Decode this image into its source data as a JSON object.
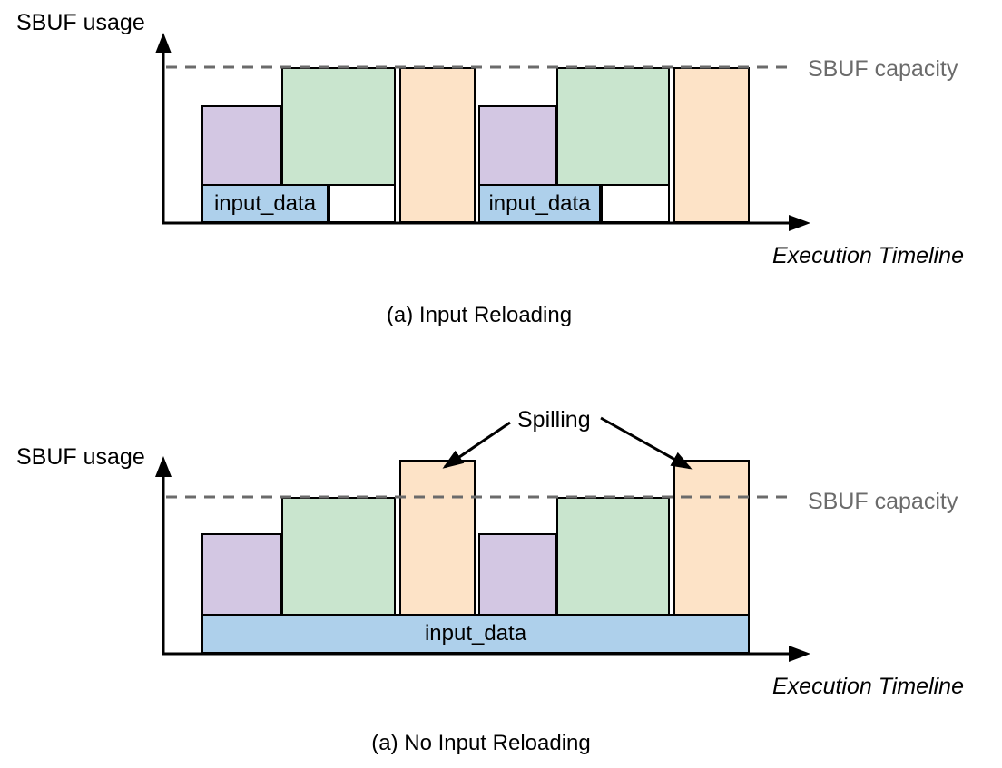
{
  "colors": {
    "purple": "#D3C7E3",
    "green": "#C9E5CE",
    "orange": "#FDE3C7",
    "blue": "#AED0EB",
    "gray": "#6B6B6B",
    "ink": "#000000"
  },
  "charts": [
    {
      "y_axis_label": "SBUF usage",
      "x_axis_label": "Execution Timeline",
      "capacity_label": "SBUF capacity",
      "caption": "(a) Input Reloading",
      "input_labels": [
        "input_data",
        "input_data"
      ],
      "groups": [
        {
          "segments": [
            {
              "color": "blue",
              "label": "input_data"
            },
            {
              "color": "purple"
            },
            {
              "color": "green",
              "at_capacity": true
            },
            {
              "color": "orange",
              "at_capacity": true
            }
          ]
        },
        {
          "segments": [
            {
              "color": "blue",
              "label": "input_data"
            },
            {
              "color": "purple"
            },
            {
              "color": "green",
              "at_capacity": true
            },
            {
              "color": "orange",
              "at_capacity": true
            }
          ]
        }
      ]
    },
    {
      "y_axis_label": "SBUF usage",
      "x_axis_label": "Execution Timeline",
      "capacity_label": "SBUF capacity",
      "caption": "(a) No Input Reloading",
      "spilling_label": "Spilling",
      "input_label": "input_data",
      "groups": [
        {
          "segments": [
            {
              "color": "purple"
            },
            {
              "color": "green",
              "at_capacity": true
            },
            {
              "color": "orange",
              "exceeds_capacity": true
            }
          ]
        },
        {
          "segments": [
            {
              "color": "purple"
            },
            {
              "color": "green",
              "at_capacity": true
            },
            {
              "color": "orange",
              "exceeds_capacity": true
            }
          ]
        }
      ]
    }
  ]
}
